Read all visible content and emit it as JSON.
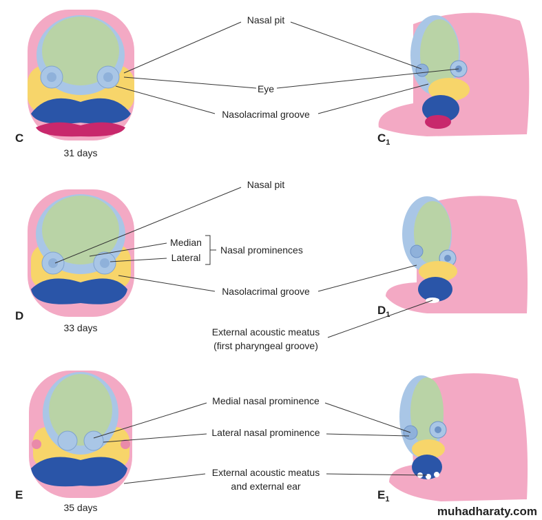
{
  "panels": {
    "c": {
      "letter": "C",
      "side_letter": "C",
      "side_sub": "1",
      "age": "31 days"
    },
    "d": {
      "letter": "D",
      "side_letter": "D",
      "side_sub": "1",
      "age": "33 days"
    },
    "e": {
      "letter": "E",
      "side_letter": "E",
      "side_sub": "1",
      "age": "35 days"
    }
  },
  "labels": {
    "c_nasal_pit": "Nasal pit",
    "c_eye": "Eye",
    "c_nasolacrimal": "Nasolacrimal groove",
    "d_nasal_pit": "Nasal pit",
    "d_median": "Median",
    "d_lateral": "Lateral",
    "d_nasal_prominences": "Nasal prominences",
    "d_nasolacrimal": "Nasolacrimal groove",
    "d_ext_meatus_1": "External acoustic meatus",
    "d_ext_meatus_2": "(first pharyngeal groove)",
    "e_medial": "Medial nasal prominence",
    "e_lateral": "Lateral nasal prominence",
    "e_ext_1": "External acoustic meatus",
    "e_ext_2": "and external ear"
  },
  "watermark": "muhadharaty.com",
  "colors": {
    "skin": "#f3a9c4",
    "frontal": "#b9d3a6",
    "nasal": "#a9c6e6",
    "maxillary": "#f7d56a",
    "mandible": "#2a55a8",
    "hyoid": "#c8286c"
  }
}
